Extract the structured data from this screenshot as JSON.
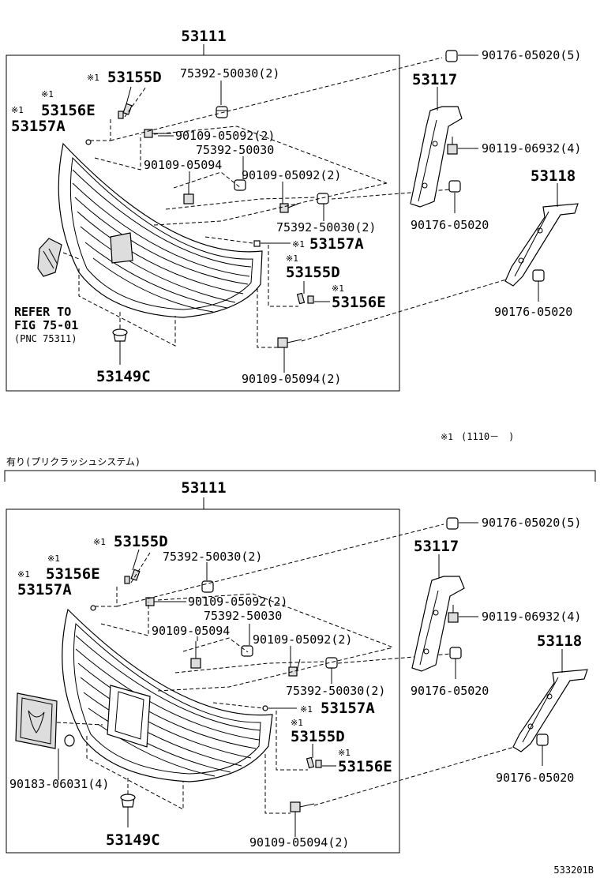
{
  "mark": "※1",
  "footnote": {
    "mark": "※1",
    "text": "(1110－　)"
  },
  "section_b_title": "有り(プリクラッシュシステム)",
  "diagram_id": "533201B",
  "section_a": {
    "top": "53111",
    "p53155D": "53155D",
    "p53156E": "53156E",
    "p53157A_l": "53157A",
    "p75392_2": "75392-50030(2)",
    "p90109_092_a": "90109-05092(2)",
    "p75392": "75392-50030",
    "p90109_094": "90109-05094",
    "p90109_092_b": "90109-05092(2)",
    "p75392_2b": "75392-50030(2)",
    "p53157A_r": "53157A",
    "p53155D_r": "53155D",
    "p53156E_r": "53156E",
    "refer": [
      "REFER TO",
      "FIG 75-01",
      "(PNC 75311)"
    ],
    "p53149C": "53149C",
    "p90109_094_2": "90109-05094(2)",
    "p90176_5": "90176-05020(5)",
    "p53117": "53117",
    "p90119": "90119-06932(4)",
    "p53118": "53118",
    "p90176_a": "90176-05020",
    "p90176_b": "90176-05020"
  },
  "section_b": {
    "top": "53111",
    "p53155D": "53155D",
    "p53156E": "53156E",
    "p53157A_l": "53157A",
    "p75392_2": "75392-50030(2)",
    "p90109_092_a": "90109-05092(2)",
    "p75392": "75392-50030",
    "p90109_094": "90109-05094",
    "p90109_092_b": "90109-05092(2)",
    "p75392_2b": "75392-50030(2)",
    "p53157A_r": "53157A",
    "p53155D_r": "53155D",
    "p53156E_r": "53156E",
    "p90183": "90183-06031(4)",
    "p53149C": "53149C",
    "p90109_094_2": "90109-05094(2)",
    "p90176_5": "90176-05020(5)",
    "p53117": "53117",
    "p90119": "90119-06932(4)",
    "p53118": "53118",
    "p90176_a": "90176-05020",
    "p90176_b": "90176-05020"
  }
}
